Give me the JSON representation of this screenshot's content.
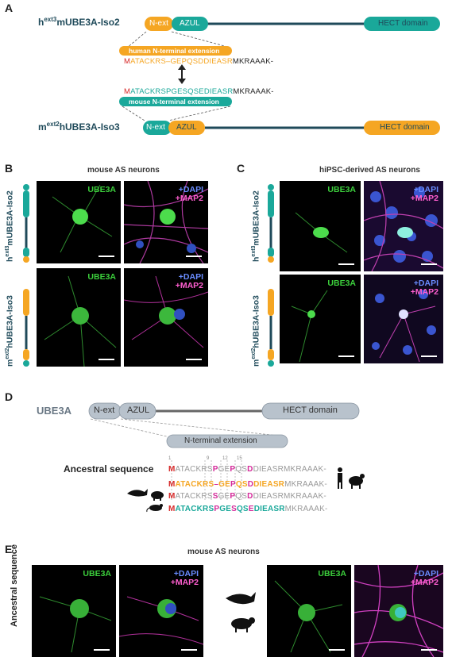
{
  "panel_a": {
    "letter": "A",
    "construct_top": {
      "prefix": "h",
      "sup": "ext3",
      "name": "mUBE3A-Iso2"
    },
    "construct_bottom": {
      "prefix": "m",
      "sup": "ext2",
      "name": "hUBE3A-Iso3"
    },
    "domains_top": {
      "next": "N-ext",
      "azul": "AZUL",
      "hect": "HECT domain"
    },
    "domains_bottom": {
      "next": "N-ext",
      "azul": "AZUL",
      "hect": "HECT domain"
    },
    "human_ext_label": "human N-terminal extension",
    "human_seq": {
      "m": "M",
      "body": "ATACKRS–GEPQSDDIEASR",
      "tail": "MKRAAAK-"
    },
    "mouse_seq": {
      "m": "M",
      "body": "ATACKRSPGESQSEDIEASR",
      "tail": "MKRAAAK-"
    },
    "mouse_ext_label": "mouse N-terminal extension",
    "colors": {
      "teal": "#1aa89a",
      "orange": "#f5a623",
      "dark": "#1f4a5a",
      "red": "#d62828"
    }
  },
  "panel_b": {
    "letter": "B",
    "title": "mouse AS neurons",
    "row1_label": {
      "prefix": "h",
      "sup": "ext3",
      "name": "mUBE3A-Iso2"
    },
    "row2_label": {
      "prefix": "m",
      "sup": "ext2",
      "name": "hUBE3A-Iso3"
    }
  },
  "panel_c": {
    "letter": "C",
    "title": "hiPSC-derived AS neurons",
    "row1_label": {
      "prefix": "h",
      "sup": "ext3",
      "name": "mUBE3A-Iso2"
    },
    "row2_label": {
      "prefix": "m",
      "sup": "ext2",
      "name": "hUBE3A-Iso3"
    }
  },
  "micro_labels": {
    "ube3a": "UBE3A",
    "dapi": "+DAPI",
    "map2": "+MAP2"
  },
  "panel_d": {
    "letter": "D",
    "protein": "UBE3A",
    "domains": {
      "next": "N-ext",
      "azul": "AZUL",
      "hect": "HECT domain"
    },
    "ext_label": "N-terminal extension",
    "ancestral_label": "Ancestral sequence",
    "positions": [
      "1",
      "9",
      "12",
      "15"
    ],
    "seq_anc": {
      "m": "M",
      "a1": "ATACKRS",
      "p9": "P",
      "b1": "GE",
      "p12": "P",
      "b2": "QS",
      "p15": "D",
      "b3": "DIEASR",
      "tail": "MKRAAAK-"
    },
    "seq_human": {
      "m": "M",
      "a1": "ATACKRS",
      "p9": "–",
      "b1": "GE",
      "p12": "P",
      "b2": "QS",
      "p15": "D",
      "b3": "DIEASR",
      "tail": "MKRAAAK-"
    },
    "seq_whale": {
      "m": "M",
      "a1": "ATACKRS",
      "p9": "S",
      "b1": "GE",
      "p12": "P",
      "b2": "QS",
      "p15": "D",
      "b3": "DIEASR",
      "tail": "MKRAAAK-"
    },
    "seq_mouse": {
      "m": "M",
      "a1": "ATACKRS",
      "p9": "P",
      "b1": "GE",
      "p12": "S",
      "b2": "QS",
      "p15": "E",
      "b3": "DIEASR",
      "tail": "MKRAAAK-"
    }
  },
  "panel_e": {
    "letter": "E",
    "title": "mouse AS neurons",
    "row_label": "Ancestral sequence"
  }
}
